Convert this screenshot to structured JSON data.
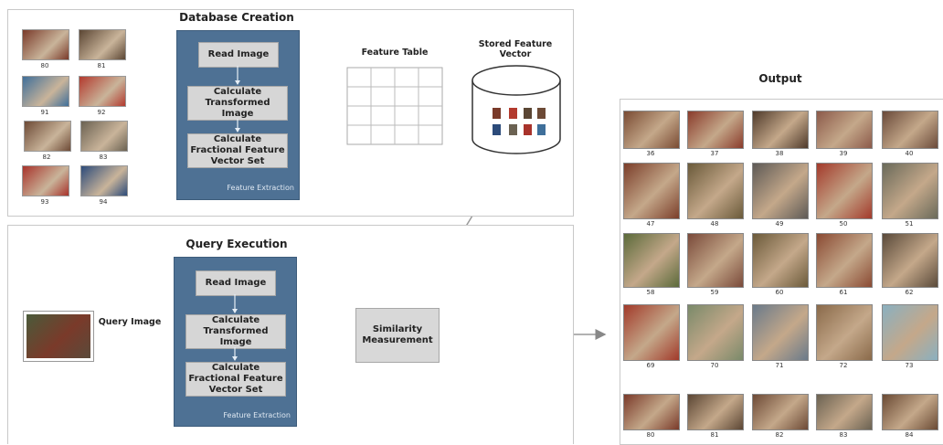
{
  "database_creation": {
    "title": "Database Creation",
    "thumbnails": [
      {
        "label": "80",
        "color": "#7a3a2a"
      },
      {
        "label": "81",
        "color": "#5b4634"
      },
      {
        "label": "91",
        "color": "#3f6f9a"
      },
      {
        "label": "92",
        "color": "#b33a2e"
      },
      {
        "label": "82",
        "color": "#6d4a36"
      },
      {
        "label": "83",
        "color": "#6b6252"
      },
      {
        "label": "93",
        "color": "#a8332b"
      },
      {
        "label": "94",
        "color": "#2c4b7a"
      }
    ],
    "feature_extraction": {
      "steps": [
        "Read Image",
        "Calculate Transformed Image",
        "Calculate Fractional Feature Vector Set"
      ],
      "footer": "Feature Extraction"
    },
    "feature_table_label": "Feature Table",
    "stored_feature_vector_label": "Stored Feature Vector"
  },
  "query_execution": {
    "title": "Query Execution",
    "query_image_label": "Query Image",
    "feature_extraction": {
      "steps": [
        "Read Image",
        "Calculate Transformed Image",
        "Calculate Fractional Feature Vector Set"
      ],
      "footer": "Feature Extraction"
    },
    "similarity_label": "Similarity Measurement"
  },
  "output": {
    "title": "Output",
    "images": [
      {
        "label": "36",
        "color": "#7a4b33"
      },
      {
        "label": "37",
        "color": "#8a3b2b"
      },
      {
        "label": "38",
        "color": "#4f3a2b"
      },
      {
        "label": "39",
        "color": "#8c5a4a"
      },
      {
        "label": "40",
        "color": "#6a4a3a"
      },
      {
        "label": "47",
        "color": "#7b3e2a"
      },
      {
        "label": "48",
        "color": "#6a5a3a"
      },
      {
        "label": "49",
        "color": "#5e5a56"
      },
      {
        "label": "50",
        "color": "#a33a2b"
      },
      {
        "label": "51",
        "color": "#6a6a5a"
      },
      {
        "label": "58",
        "color": "#5b6a3a"
      },
      {
        "label": "59",
        "color": "#7a4a3a"
      },
      {
        "label": "60",
        "color": "#6b5a3a"
      },
      {
        "label": "61",
        "color": "#8a4a33"
      },
      {
        "label": "62",
        "color": "#5a4a3a"
      },
      {
        "label": "69",
        "color": "#a23a2a"
      },
      {
        "label": "70",
        "color": "#7a8a6a"
      },
      {
        "label": "71",
        "color": "#6a7a8a"
      },
      {
        "label": "72",
        "color": "#8a6a4a"
      },
      {
        "label": "73",
        "color": "#8ab0c0"
      },
      {
        "label": "80",
        "color": "#7a3a2a"
      },
      {
        "label": "81",
        "color": "#5b4634"
      },
      {
        "label": "82",
        "color": "#6d4a36"
      },
      {
        "label": "83",
        "color": "#6b6252"
      },
      {
        "label": "84",
        "color": "#6a4a34"
      }
    ]
  }
}
